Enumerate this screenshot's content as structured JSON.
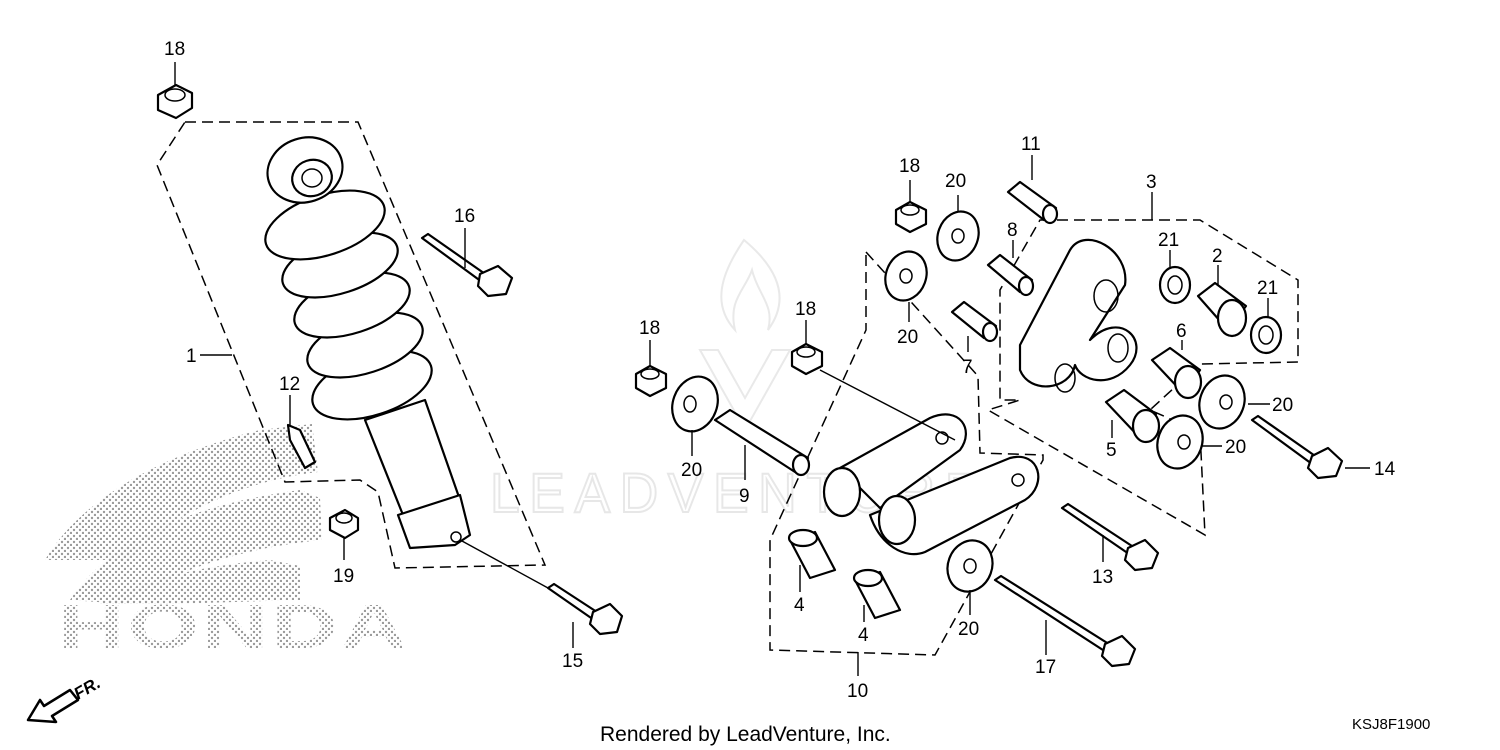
{
  "diagram": {
    "callouts": {
      "c1": "1",
      "c2": "2",
      "c3": "3",
      "c4a": "4",
      "c4b": "4",
      "c5": "5",
      "c6": "6",
      "c7": "7",
      "c8": "8",
      "c9": "9",
      "c10": "10",
      "c11": "11",
      "c12": "12",
      "c13": "13",
      "c14": "14",
      "c15": "15",
      "c16": "16",
      "c17": "17",
      "c18a": "18",
      "c18b": "18",
      "c18c": "18",
      "c18d": "18",
      "c19": "19",
      "c20a": "20",
      "c20b": "20",
      "c20c": "20",
      "c20d": "20",
      "c20e": "20",
      "c20f": "20",
      "c21a": "21",
      "c21b": "21"
    },
    "direction_label": "FR.",
    "brand_mark": "HONDA",
    "watermark": "LEADVENTURE"
  },
  "footer": {
    "credit": "Rendered by LeadVenture, Inc.",
    "diagram_code": "KSJ8F1900"
  }
}
